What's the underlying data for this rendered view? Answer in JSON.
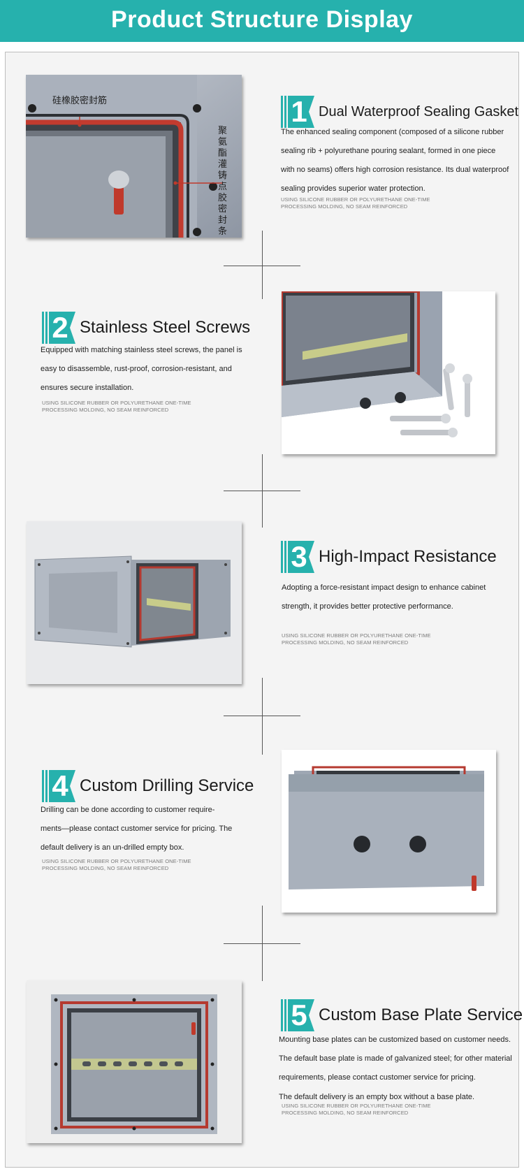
{
  "header": {
    "title": "Product Structure Display"
  },
  "sections": [
    {
      "number": "1",
      "title": "Dual Waterproof Sealing Gasket",
      "description_lines": [
        "The enhanced sealing component (composed of a silicone rubber",
        "sealing rib + polyurethane pouring sealant, formed in one piece",
        "with no seams) offers high corrosion resistance. Its dual waterproof",
        "sealing provides superior water protection."
      ],
      "note_lines": [
        "USING SILICONE RUBBER OR POLYURETHANE ONE-TIME",
        "PROCESSING MOLDING, NO SEAM REINFORCED"
      ],
      "image_labels": {
        "rib": "硅橡胶密封筋",
        "strip": "聚氨酯灌铸点胶密封条"
      }
    },
    {
      "number": "2",
      "title": "Stainless Steel Screws",
      "description_lines": [
        "Equipped with matching stainless steel screws, the panel is",
        "easy to disassemble, rust-proof, corrosion-resistant, and",
        "ensures secure installation."
      ],
      "note_lines": [
        "USING SILICONE RUBBER OR POLYURETHANE ONE-TIME",
        "PROCESSING MOLDING, NO SEAM REINFORCED"
      ]
    },
    {
      "number": "3",
      "title": "High-Impact Resistance",
      "description_lines": [
        "Adopting a force-resistant impact design to enhance cabinet",
        "strength, it provides better protective performance."
      ],
      "note_lines": [
        "USING SILICONE RUBBER OR POLYURETHANE ONE-TIME",
        "PROCESSING MOLDING, NO SEAM REINFORCED"
      ]
    },
    {
      "number": "4",
      "title": "Custom Drilling Service",
      "description_lines": [
        "Drilling can be done according to customer require-",
        "ments—please contact customer service for pricing. The",
        "default delivery is an un-drilled empty box."
      ],
      "note_lines": [
        "USING SILICONE RUBBER OR POLYURETHANE ONE-TIME",
        "PROCESSING MOLDING, NO SEAM REINFORCED"
      ]
    },
    {
      "number": "5",
      "title": "Custom Base Plate Service",
      "description_lines": [
        "Mounting base plates can be customized based on customer needs.",
        "The default base plate is made of galvanized steel; for other material",
        "requirements, please contact customer service for pricing.",
        "The default delivery is an empty box without a base plate."
      ],
      "note_lines": [
        "USING SILICONE RUBBER OR POLYURETHANE ONE-TIME",
        "PROCESSING MOLDING, NO SEAM REINFORCED"
      ]
    }
  ],
  "colors": {
    "accent": "#26b1ad",
    "gasket": "#c0392b",
    "metal": "#a6adb8"
  }
}
